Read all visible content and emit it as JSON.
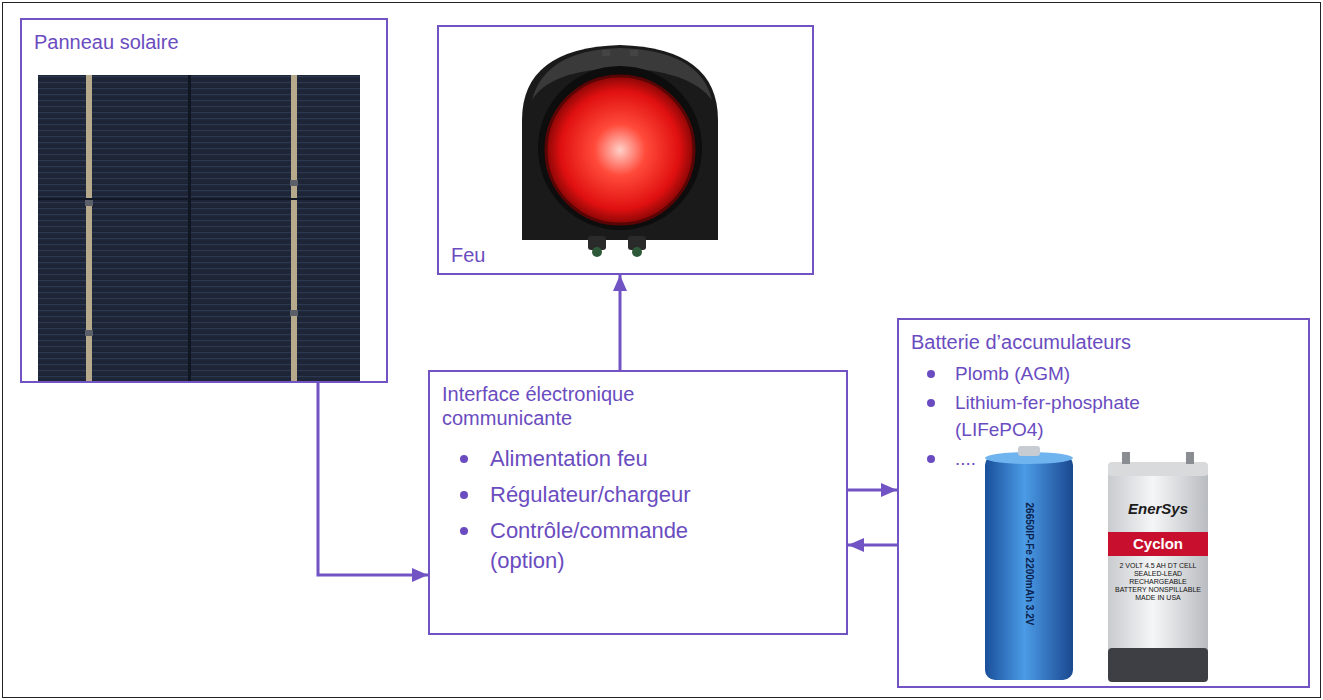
{
  "diagram": {
    "nodes": [
      {
        "text": [
          "Panneau solaire"
        ]
      },
      {
        "text": [
          "Feu"
        ]
      },
      {
        "text": [
          "Interface électronique communicante",
          "Alimentation feu",
          "Régulateur/chargeur",
          "Contrôle/commande (option)"
        ]
      },
      {
        "text": [
          "Batterie d’accumulateurs",
          "Plomb (AGM)",
          "Lithium-fer-phosphate (LIFePO4)",
          "...."
        ]
      }
    ],
    "edges": [
      {
        "from": 0,
        "to": 2,
        "arrow": "to"
      },
      {
        "from": 2,
        "to": 1,
        "arrow": "to"
      },
      {
        "from": 2,
        "to": 3,
        "arrow": "to"
      },
      {
        "from": 3,
        "to": 2,
        "arrow": "to"
      }
    ],
    "labels": [
      "26650IP-Fe 2200mAh 3.2V",
      "EnerSys",
      "Cyclon",
      "2 VOLT 4.5 AH DT CELL SEALED-LEAD RECHARGEABLE BATTERY NONSPILLABLE MADE IN USA"
    ]
  }
}
